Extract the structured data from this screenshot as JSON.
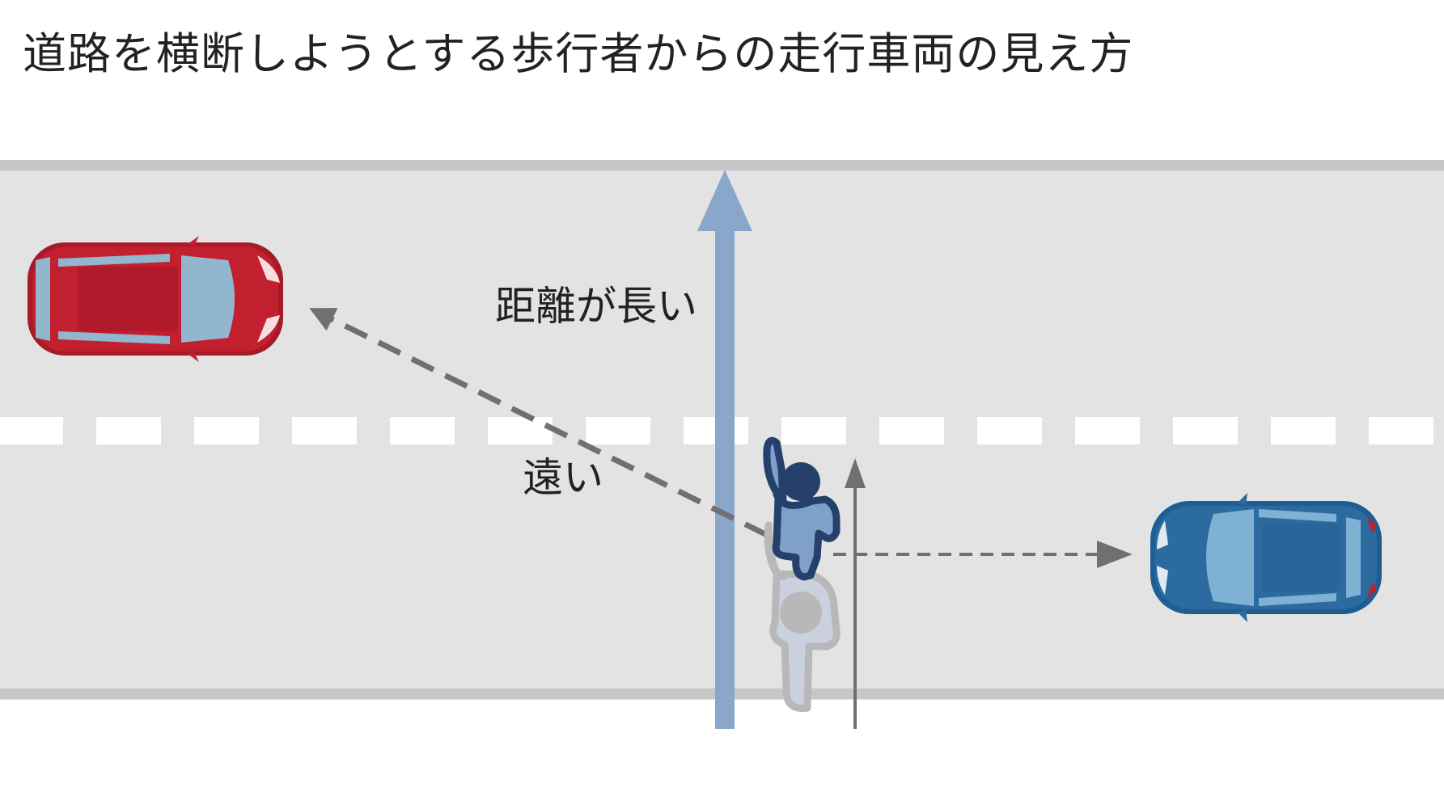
{
  "title": "道路を横断しようとする歩行者からの走行車両の見え方",
  "labels": {
    "long_distance": "距離が長い",
    "far": "遠い"
  },
  "colors": {
    "road": "#e3e3e3",
    "road_edge": "#c7c7c7",
    "lane_marking": "#ffffff",
    "crossing_arrow": "#88a7cb",
    "gaze_arrow": "#707070",
    "red_car": "#c21f2f",
    "blue_car": "#2c6b9f",
    "pedestrian_front": "#7fa0cb",
    "pedestrian_front_dark": "#24406b",
    "pedestrian_ghost": "#cbd0df",
    "pedestrian_ghost_dark": "#b8b8b8"
  },
  "icons": [
    "red-car-icon",
    "blue-car-icon",
    "pedestrian-icon",
    "pedestrian-ghost-icon"
  ]
}
